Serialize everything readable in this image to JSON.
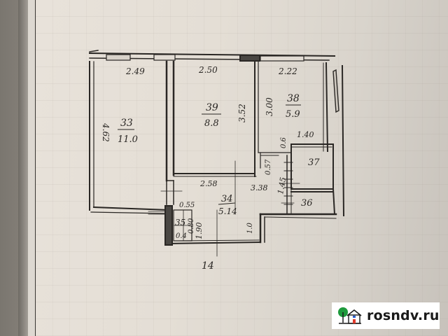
{
  "document": {
    "type": "apartment floor plan (photo of paper)",
    "background_color": "#e6e0d8"
  },
  "rooms": [
    {
      "id": "33",
      "number": "33",
      "area": "11.0",
      "dims": [
        "2.49",
        "4.62"
      ]
    },
    {
      "id": "39",
      "number": "39",
      "area": "8.8",
      "dims": [
        "2.50",
        "3.52"
      ]
    },
    {
      "id": "38",
      "number": "38",
      "area": "5.9",
      "dims": [
        "2.22",
        "3.00",
        "1.40",
        "0.6"
      ]
    },
    {
      "id": "37",
      "number": "37",
      "area": ""
    },
    {
      "id": "36",
      "number": "36",
      "area": ""
    },
    {
      "id": "34",
      "number": "34",
      "area": "5.14",
      "dims": [
        "2.58",
        "3.38",
        "0.57",
        "1.45",
        "1.90",
        "1.0",
        "0.55"
      ]
    },
    {
      "id": "35",
      "number": "35",
      "area": "0.4",
      "dims": [
        "0.80"
      ]
    }
  ],
  "labels": {
    "r33_dim_top": "2.49",
    "r33_dim_side": "4.62",
    "r33_num": "33",
    "r33_area": "11.0",
    "r39_dim_top": "2.50",
    "r39_dim_side": "3.52",
    "r39_num": "39",
    "r39_area": "8.8",
    "r38_dim_top": "2.22",
    "r38_dim_side": "3.00",
    "r38_num": "38",
    "r38_area": "5.9",
    "r38_dim_bottom": "1.40",
    "r38_dim_small": "0.6",
    "r37_num": "37",
    "r36_num": "36",
    "r34_dim_left": "2.58",
    "r34_dim_right": "3.38",
    "r34_dim_057": "0.57",
    "r34_dim_145": "1.45",
    "r34_num": "34",
    "r34_area": "5.14",
    "r34_dim_190": "1.90",
    "r34_dim_10": "1.0",
    "r34_dim_055": "0.55",
    "r35_num": "35",
    "r35_dim": "0.80",
    "r35_area": "0.4",
    "floor_marker": "14"
  },
  "watermark": {
    "text": "rosndv.ru",
    "icon": "house-tree-icon",
    "tree_color": "#1e9a3c",
    "door_color": "#e03a2a",
    "window_color": "#2a5ccc"
  }
}
